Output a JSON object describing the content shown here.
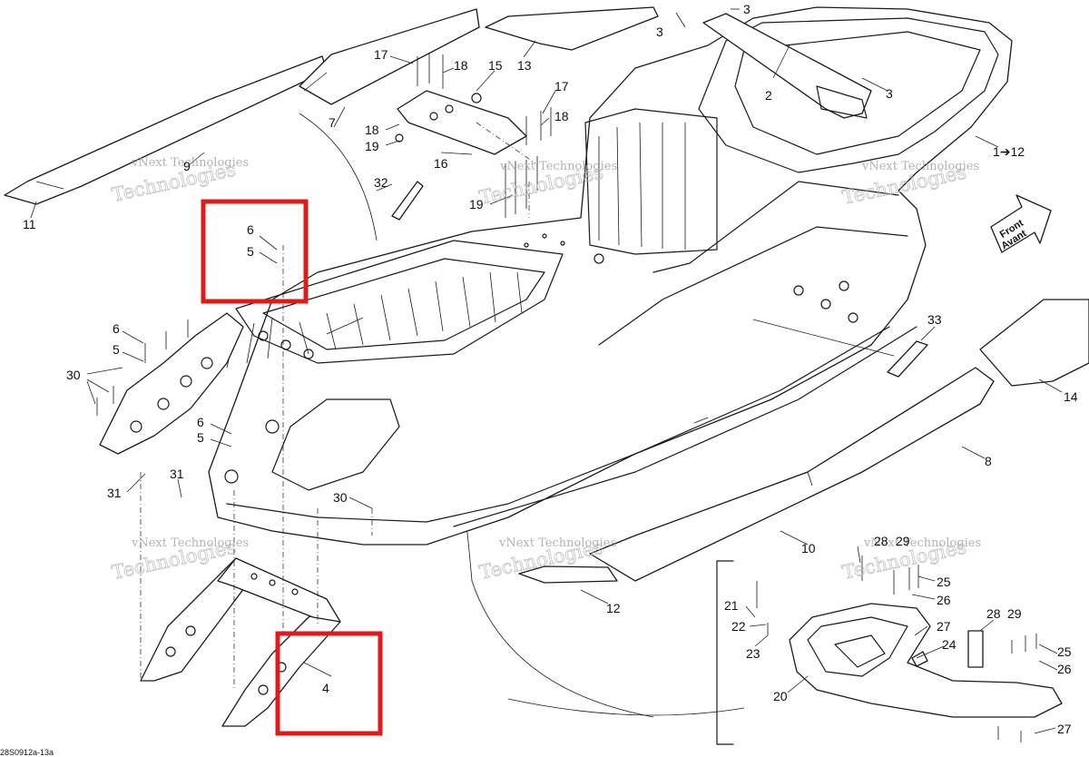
{
  "diagram": {
    "drawing_code": "28S0912a-13a",
    "direction_label_1": "Front",
    "direction_label_2": "Avant",
    "watermark_small": "vNext Technologies",
    "watermark_big": "Technologies",
    "callouts": {
      "c1": "1➔12",
      "c2": "2",
      "c3a": "3",
      "c3b": "3",
      "c3c": "3",
      "c4": "4",
      "c5a": "5",
      "c5b": "5",
      "c5c": "5",
      "c6a": "6",
      "c6b": "6",
      "c6c": "6",
      "c7": "7",
      "c8": "8",
      "c9": "9",
      "c10": "10",
      "c11": "11",
      "c12": "12",
      "c13": "13",
      "c14": "14",
      "c15": "15",
      "c16": "16",
      "c17a": "17",
      "c17b": "17",
      "c18a": "18",
      "c18b": "18",
      "c18c": "18",
      "c19a": "19",
      "c19b": "19",
      "c20": "20",
      "c21": "21",
      "c22": "22",
      "c23": "23",
      "c24": "24",
      "c25a": "25",
      "c25b": "25",
      "c26a": "26",
      "c26b": "26",
      "c27a": "27",
      "c27b": "27",
      "c28a": "28",
      "c28b": "28",
      "c29a": "29",
      "c29b": "29",
      "c30a": "30",
      "c30b": "30",
      "c31a": "31",
      "c31b": "31",
      "c32": "32",
      "c33": "33"
    },
    "highlight_color": "#e01a1a"
  }
}
